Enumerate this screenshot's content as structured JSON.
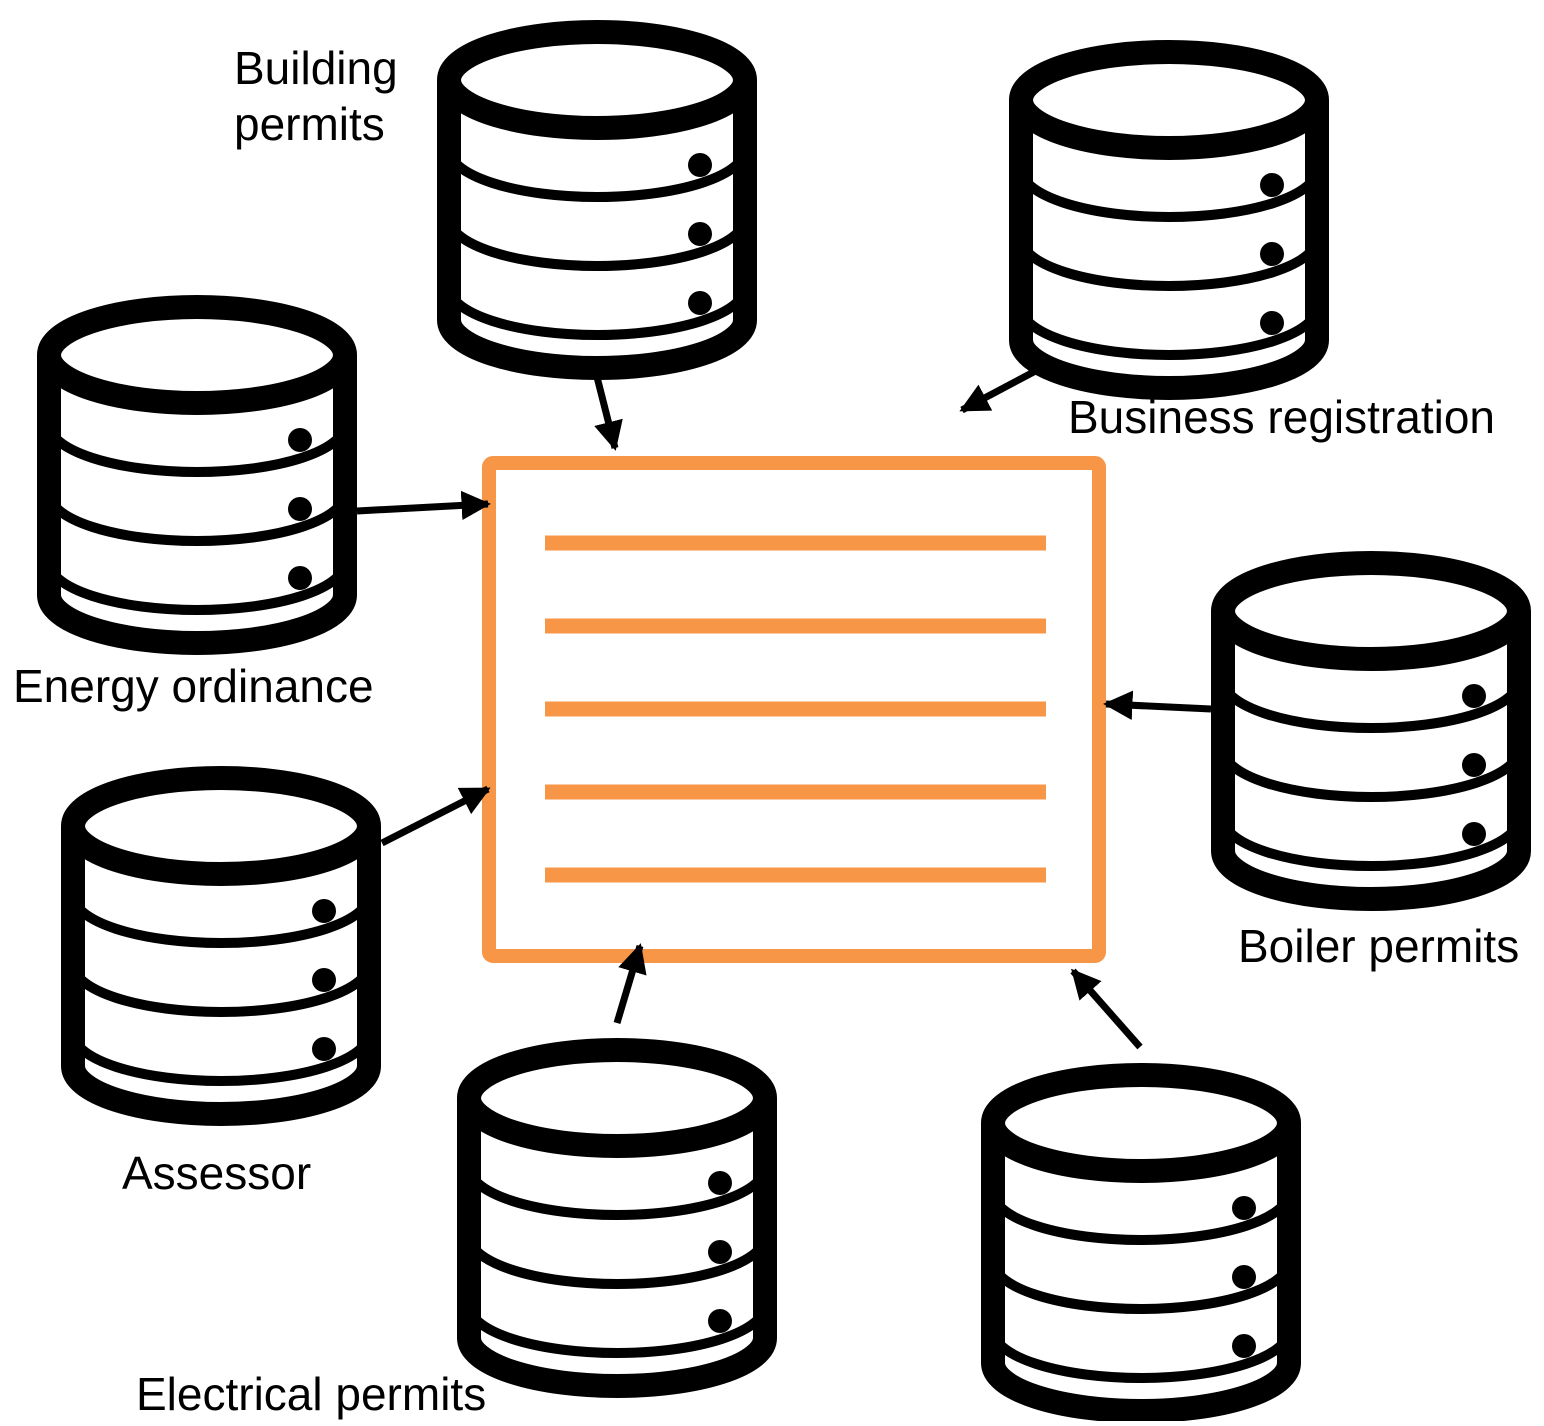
{
  "colors": {
    "ink": "#000000",
    "accent": "#F79646",
    "background": "#FFFFFF"
  },
  "center": {
    "icon": "document-list-icon",
    "line_count": 5
  },
  "sources": [
    {
      "id": "building-permits",
      "label_lines": [
        "Building",
        "permits"
      ],
      "icon": "database-icon"
    },
    {
      "id": "business-registration",
      "label_lines": [
        "Business registration"
      ],
      "icon": "database-icon"
    },
    {
      "id": "energy-ordinance",
      "label_lines": [
        "Energy ordinance"
      ],
      "icon": "database-icon"
    },
    {
      "id": "boiler-permits",
      "label_lines": [
        "Boiler permits"
      ],
      "icon": "database-icon"
    },
    {
      "id": "assessor",
      "label_lines": [
        "Assessor"
      ],
      "icon": "database-icon"
    },
    {
      "id": "electrical-permits",
      "label_lines": [
        "Electrical permits"
      ],
      "icon": "database-icon"
    },
    {
      "id": "unlabeled-source",
      "label_lines": [],
      "icon": "database-icon"
    }
  ]
}
